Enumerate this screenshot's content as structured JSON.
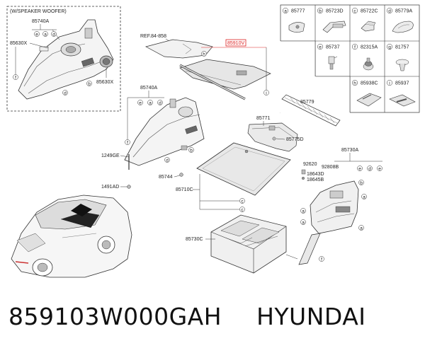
{
  "diagram": {
    "inset_caption": "(W/SPEAKER WOOFER)",
    "reference": "REF.84-858",
    "highlighted_part": "85910V",
    "callouts": {
      "c85740A_top": "85740A",
      "c85630X_left": "85630X",
      "c85630X_right": "85630X",
      "c85740A_mid": "85740A",
      "c1249GE": "1249GE",
      "c1491AD": "1491AD",
      "c85744": "85744",
      "c85710C": "85710C",
      "c85730C": "85730C",
      "c85771": "85771",
      "c85775D": "85775D",
      "c85779": "85779",
      "c85730A": "85730A",
      "c92620": "92620",
      "c92808B": "92808B",
      "c18643D": "18643D",
      "c18645B": "18645B"
    },
    "legend": [
      {
        "letter": "a",
        "code": "85777"
      },
      {
        "letter": "b",
        "code": "85723D"
      },
      {
        "letter": "c",
        "code": "85722C"
      },
      {
        "letter": "d",
        "code": "85779A"
      },
      {
        "letter": "e",
        "code": "85737"
      },
      {
        "letter": "f",
        "code": "82315A"
      },
      {
        "letter": "g",
        "code": "81757"
      },
      {
        "letter": "h",
        "code": "85938C"
      },
      {
        "letter": "i",
        "code": "85937"
      }
    ]
  },
  "footer": {
    "part_number": "859103W000GAH",
    "brand": "HYUNDAI"
  }
}
